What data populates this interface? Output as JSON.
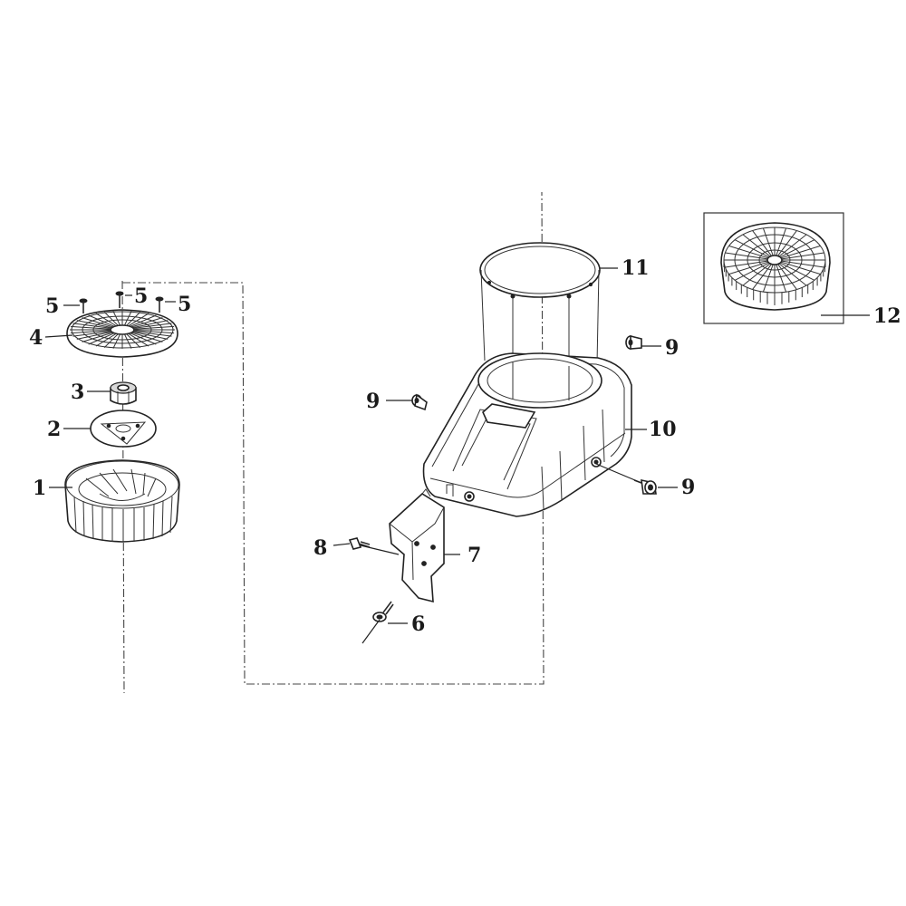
{
  "callouts": {
    "c1": "1",
    "c2": "2",
    "c3": "3",
    "c4": "4",
    "c5a": "5",
    "c5b": "5",
    "c5c": "5",
    "c6": "6",
    "c7": "7",
    "c8": "8",
    "c9a": "9",
    "c9b": "9",
    "c9c": "9",
    "c10": "10",
    "c11": "11",
    "c12": "12"
  },
  "parts": {
    "p1": "flywheel-fan",
    "p2": "starter-cup-plate",
    "p3": "flywheel-nut",
    "p4": "fan-screen-grille",
    "p5": "screw",
    "p6": "bolt",
    "p7": "shroud-bracket",
    "p8": "bolt",
    "p9": "bolt",
    "p10": "fan-housing-shroud",
    "p11": "housing-ring-seal",
    "p12": "fan-guard-cover"
  },
  "colors": {
    "line": "#222222",
    "background": "#ffffff",
    "shade": "#d8d8d8"
  }
}
